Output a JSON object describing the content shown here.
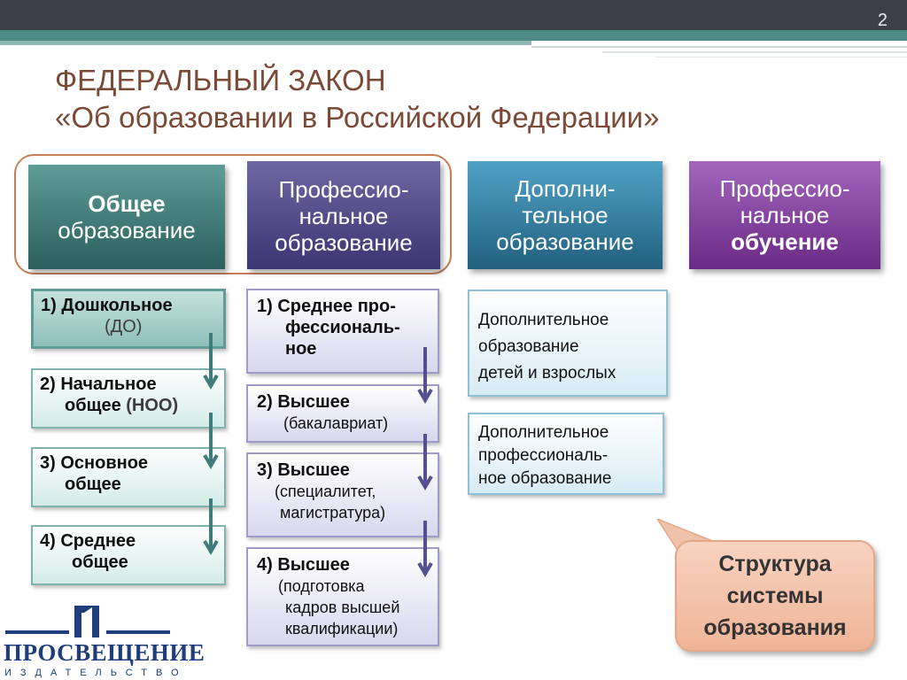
{
  "slide": {
    "page_number": "2"
  },
  "title": {
    "line1": "ФЕДЕРАЛЬНЫЙ ЗАКОН",
    "line2": "«Об образовании в Российской Федерации»"
  },
  "categories": [
    {
      "line1": "Общее",
      "line2": "образование"
    },
    {
      "line1": "Профессио-",
      "line2": "нальное",
      "line3": "образование"
    },
    {
      "line1": "Дополни-",
      "line2": "тельное",
      "line3": "образование"
    },
    {
      "line1": "Профессио-",
      "line2": "нальное",
      "line3": "обучение"
    }
  ],
  "general_levels": [
    {
      "line1": "1) Дошкольное",
      "line2": "(ДО)"
    },
    {
      "line1": "2) Начальное",
      "line2_a": "общее ",
      "line2_b": "(НОО)"
    },
    {
      "line1": "3) Основное",
      "line2": "общее"
    },
    {
      "line1": "4) Среднее",
      "line2": "общее"
    }
  ],
  "professional_levels": [
    {
      "line1": "1) Среднее про-",
      "line2": "фессиональ-",
      "line3": "ное"
    },
    {
      "line1": "2) Высшее",
      "line2": "(бакалавриат)"
    },
    {
      "line1": "3) Высшее",
      "line2": "(специалитет,",
      "line3": "магистратура)"
    },
    {
      "line1": "4) Высшее",
      "line2": "(подготовка",
      "line3": "кадров высшей",
      "line4": "квалификации)"
    }
  ],
  "additional_items": [
    {
      "line1": "Дополнительное",
      "line2": "образование",
      "line3": "детей и взрослых"
    },
    {
      "line1": "Дополнительное",
      "line2": "профессиональ-",
      "line3": "ное образование"
    }
  ],
  "callout": {
    "line1": "Структура",
    "line2": "системы",
    "line3": "образования"
  },
  "logo": {
    "name": "ПРОСВЕЩЕНИЕ",
    "subtitle": "ИЗДАТЕЛЬСТВО",
    "icon": "publisher-logo-icon"
  },
  "colors": {
    "general": "#3f7f7b",
    "professional_education": "#4f4a8a",
    "additional": "#2f7fa3",
    "professional_training": "#84409f",
    "title": "#7a4a36",
    "callout": "#f2bea3"
  }
}
